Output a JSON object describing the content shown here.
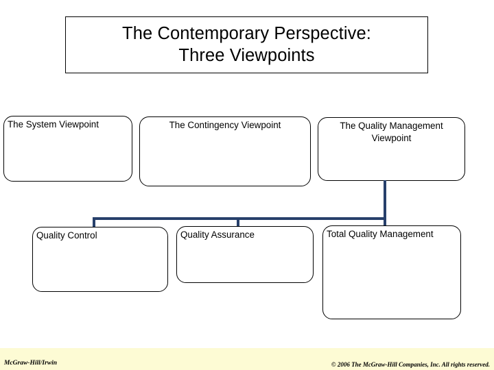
{
  "slide": {
    "background_color": "#ffffff",
    "connector_color": "#27406b",
    "footer_band_color": "#fdfbd4"
  },
  "title": {
    "line1": "The Contemporary Perspective:",
    "line2": "Three Viewpoints"
  },
  "top_row": [
    {
      "id": "system",
      "label": "The System Viewpoint",
      "align": "left"
    },
    {
      "id": "contingency",
      "label": "The Contingency Viewpoint",
      "align": "center"
    },
    {
      "id": "quality-mgmt",
      "label": "The Quality Management Viewpoint",
      "align": "center"
    }
  ],
  "bottom_row": [
    {
      "id": "quality-control",
      "label": "Quality Control",
      "align": "left"
    },
    {
      "id": "quality-assurance",
      "label": "Quality Assurance",
      "align": "left"
    },
    {
      "id": "total-quality-management",
      "label": "Total Quality Management",
      "align": "left"
    }
  ],
  "footer": {
    "left": "McGraw-Hill/Irwin",
    "right": "© 2006 The McGraw-Hill Companies, Inc. All rights reserved."
  }
}
